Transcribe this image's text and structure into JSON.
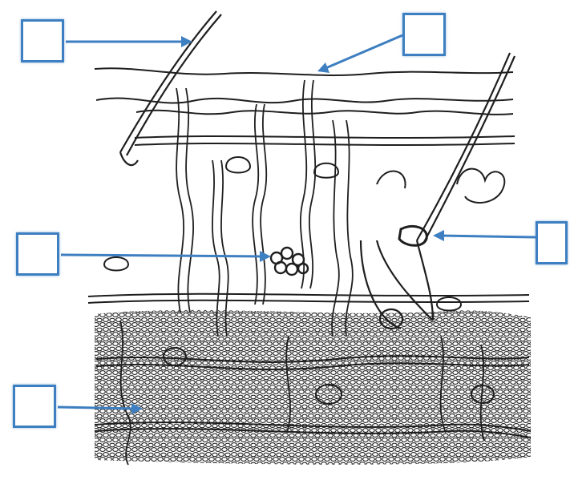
{
  "diagram": {
    "colors": {
      "ink": "#1e1e1e",
      "arrow": "#3d7fc1",
      "box_border": "#3d7fc1",
      "background": "#ffffff"
    },
    "labels": [
      {
        "id": "hair-shaft",
        "text": ""
      },
      {
        "id": "nerve-ending",
        "text": ""
      },
      {
        "id": "sweat-gland",
        "text": ""
      },
      {
        "id": "sebaceous-gland",
        "text": ""
      },
      {
        "id": "subcutaneous-layer",
        "text": ""
      }
    ]
  }
}
